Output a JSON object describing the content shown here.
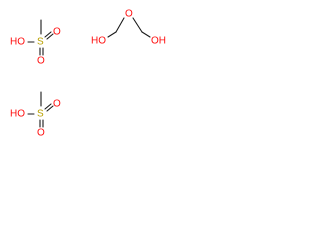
{
  "colors": {
    "bond": "#1a1a1a",
    "oxygen": "#ff0d0d",
    "sulfur": "#b8a000"
  },
  "molecules": {
    "methanesulfonic_acid_1": {
      "oh_label": "HO",
      "s_label": "S",
      "o_top_label": "O",
      "o_bottom_label": "O"
    },
    "methanesulfonic_acid_2": {
      "oh_label": "HO",
      "s_label": "S",
      "o_top_label": "O",
      "o_bottom_label": "O"
    },
    "oxybismethanol": {
      "o_center_label": "O",
      "oh_left_label": "HO",
      "oh_right_label": "OH"
    }
  }
}
